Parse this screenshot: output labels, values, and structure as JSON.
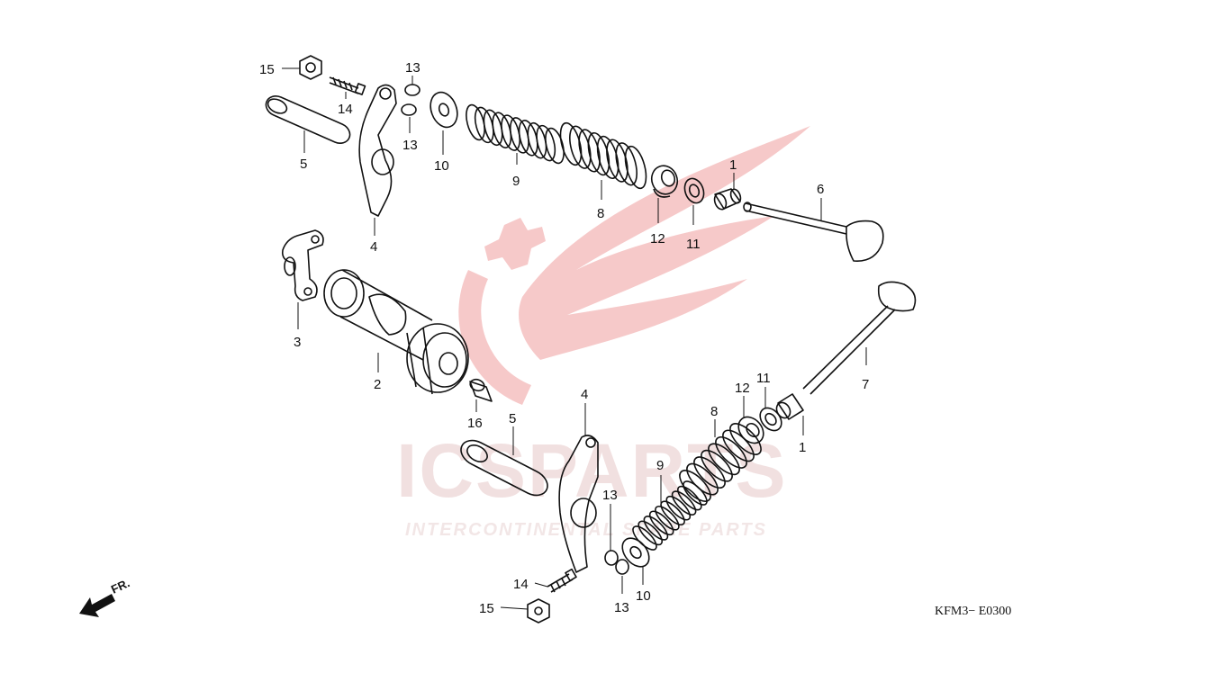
{
  "watermark": {
    "brand": "ICSPARTS",
    "tagline": "INTERCONTINENTAL SPARE PARTS",
    "color": "#e9b7b7"
  },
  "drawing_code": "KFM3− E0300",
  "front_label": "FR.",
  "callouts": {
    "c15a": "15",
    "c14a": "14",
    "c13a": "13",
    "c13b": "13",
    "c10a": "10",
    "c5a": "5",
    "c4a": "4",
    "c9a": "9",
    "c8a": "8",
    "c12a": "12",
    "c11a": "11",
    "c1a": "1",
    "c6": "6",
    "c3": "3",
    "c2": "2",
    "c16": "16",
    "c5b": "5",
    "c4b": "4",
    "c7": "7",
    "c12b": "12",
    "c11b": "11",
    "c8b": "8",
    "c9b": "9",
    "c1b": "1",
    "c13c": "13",
    "c13d": "13",
    "c14b": "14",
    "c15b": "15",
    "c10b": "10"
  }
}
